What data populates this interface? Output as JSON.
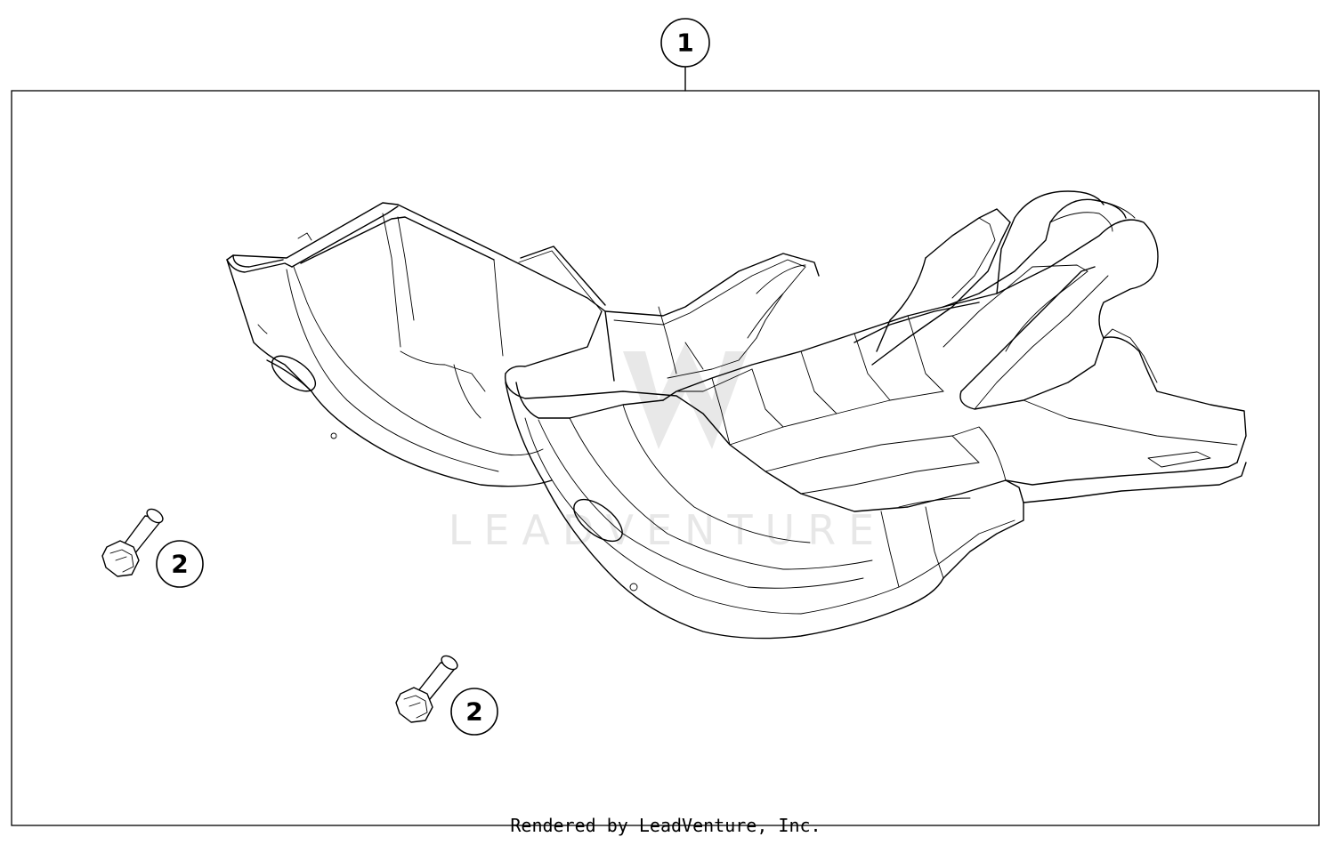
{
  "callouts": {
    "assembly": "1",
    "fastener_a": "2",
    "fastener_b": "2"
  },
  "watermark": "LEADVENTURE",
  "credit": "Rendered by LeadVenture, Inc."
}
